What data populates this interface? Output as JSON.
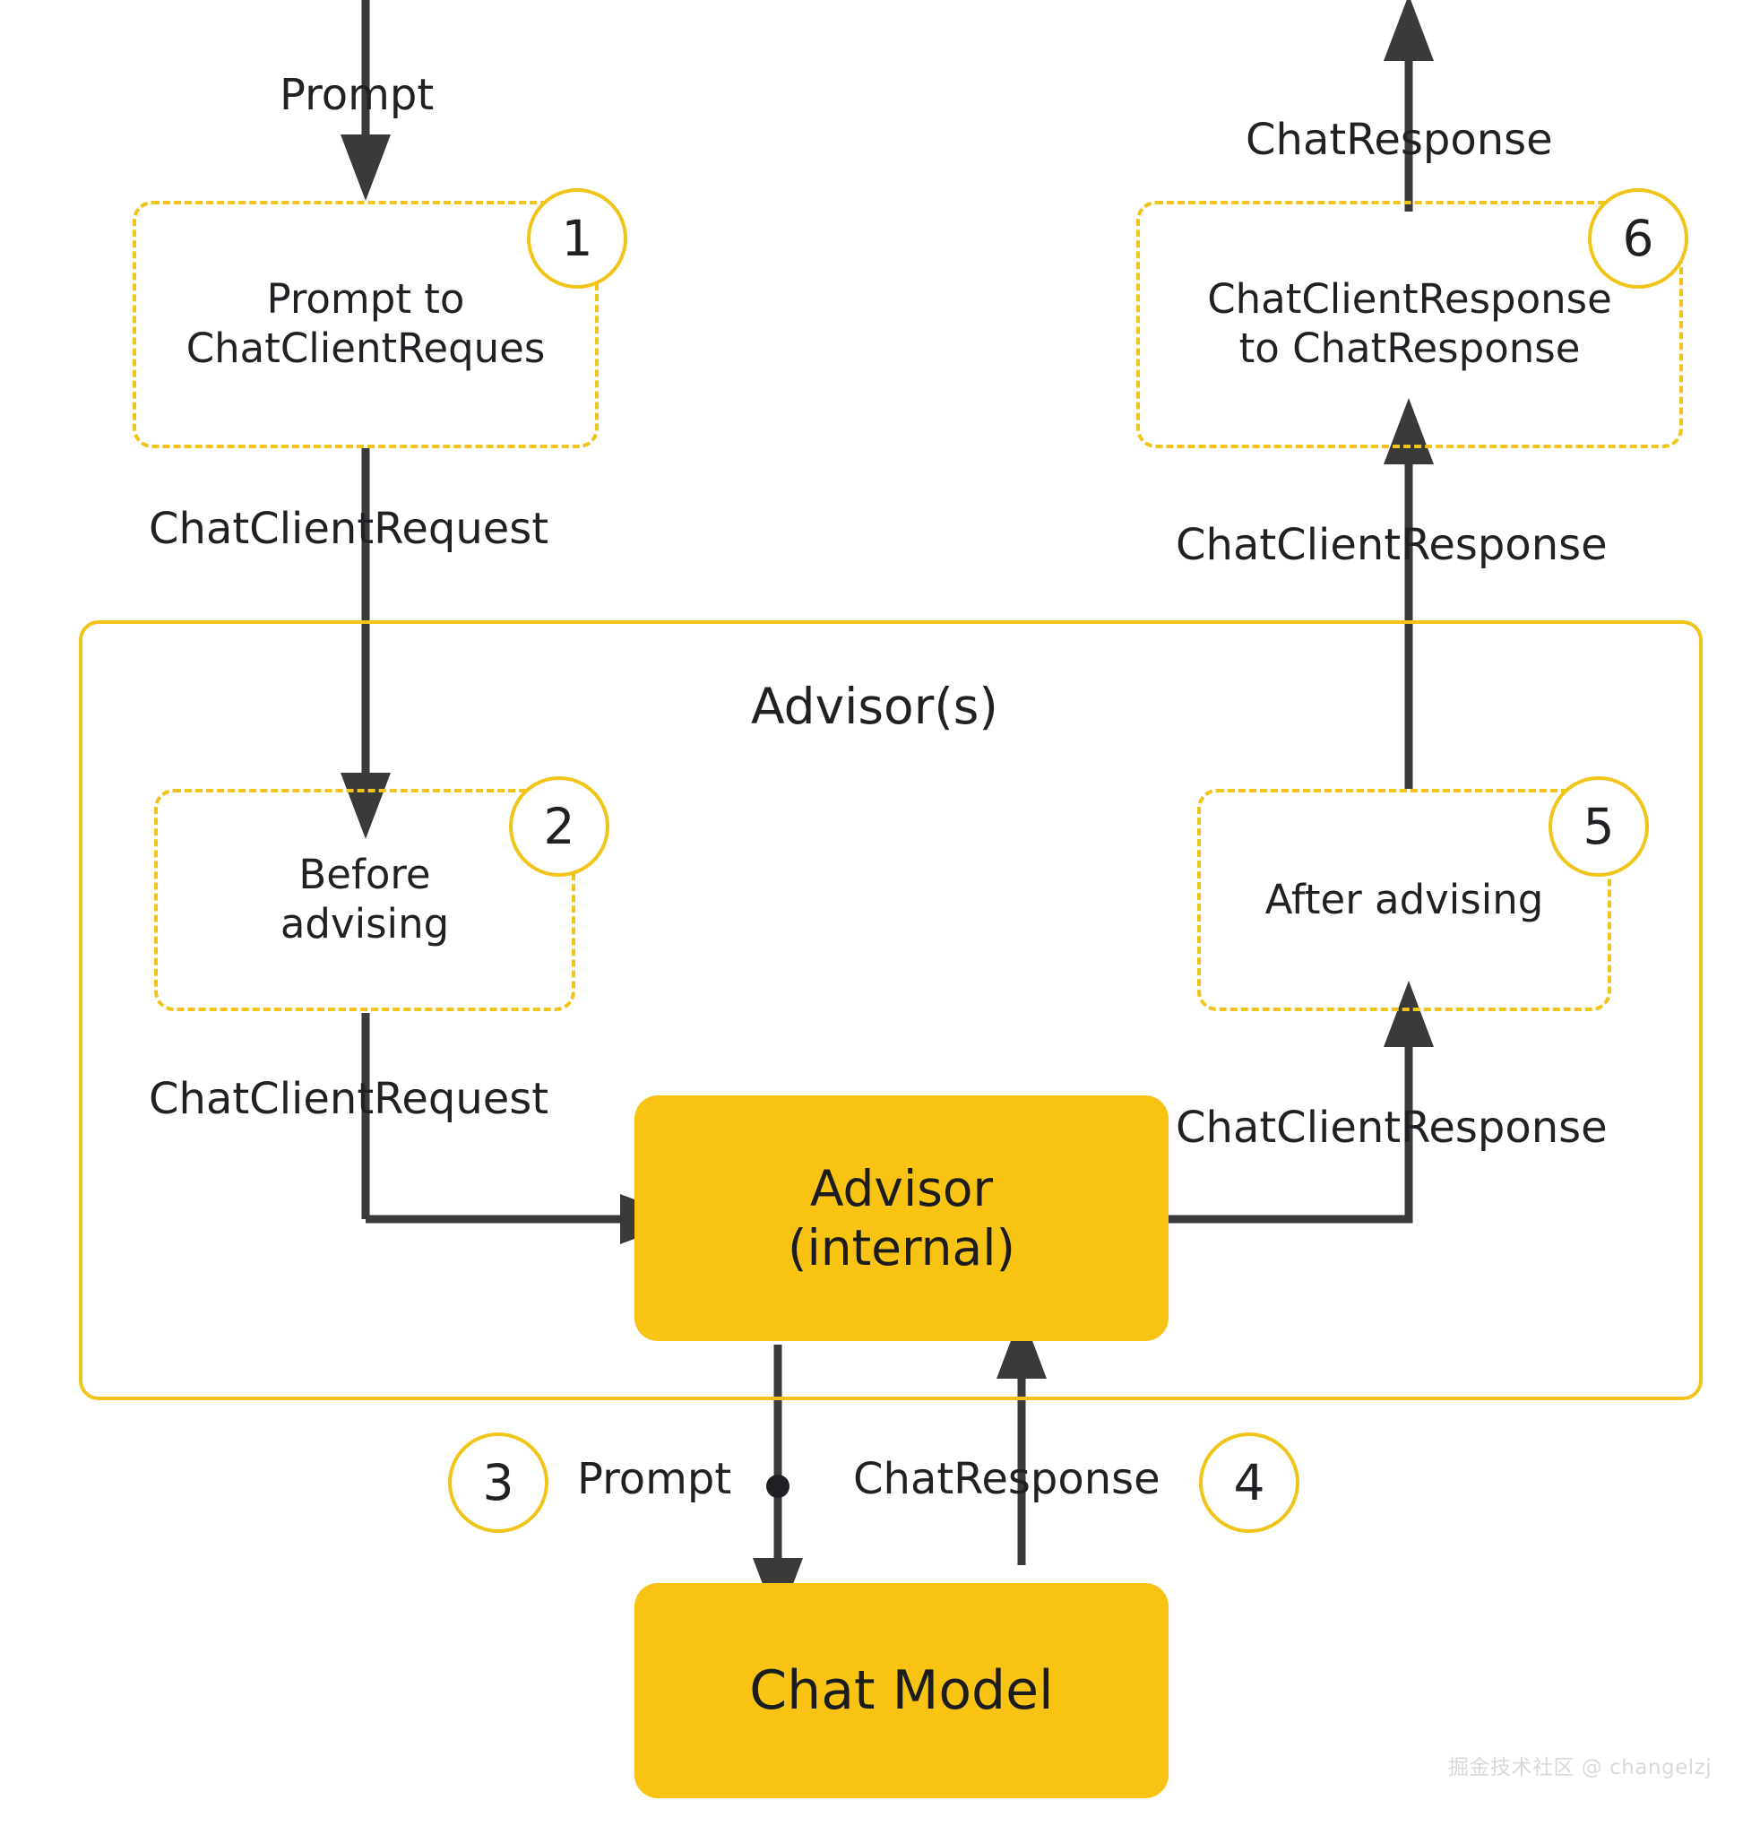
{
  "diagram": {
    "title": "Spring AI ChatClient Advisor request/response flow",
    "colors": {
      "accent_yellow": "#F0C419",
      "fill_yellow": "#F9C313",
      "line_dark": "#3a3a3a",
      "text": "#1f2124",
      "background": "#ffffff",
      "watermark": "#d9d9d9"
    },
    "group": {
      "label": "Advisor(s)"
    },
    "nodes": [
      {
        "id": "step1",
        "kind": "dashed-step",
        "badge": "1",
        "lines": [
          "Prompt to",
          "ChatClientReques"
        ]
      },
      {
        "id": "step6",
        "kind": "dashed-step",
        "badge": "6",
        "lines": [
          "ChatClientResponse",
          "to ChatResponse"
        ]
      },
      {
        "id": "step2",
        "kind": "dashed-step",
        "badge": "2",
        "lines": [
          "Before",
          "advising"
        ]
      },
      {
        "id": "step5",
        "kind": "dashed-step",
        "badge": "5",
        "lines": [
          "After advising"
        ]
      },
      {
        "id": "advisor",
        "kind": "solid",
        "lines": [
          "Advisor",
          "(internal)"
        ]
      },
      {
        "id": "chatmodel",
        "kind": "solid",
        "lines": [
          "Chat Model"
        ]
      }
    ],
    "badges": {
      "one": "1",
      "two": "2",
      "three": "3",
      "four": "4",
      "five": "5",
      "six": "6"
    },
    "edge_labels": {
      "prompt_in": "Prompt",
      "chat_response_out": "ChatResponse",
      "ccrequest_1": "ChatClientRequest",
      "ccresponse_1": "ChatClientResponse",
      "ccrequest_2": "ChatClientRequest",
      "ccresponse_2": "ChatClientResponse",
      "prompt_to_model": "Prompt",
      "response_from_model": "ChatResponse"
    },
    "watermark": "掘金技术社区 @ changelzj"
  }
}
